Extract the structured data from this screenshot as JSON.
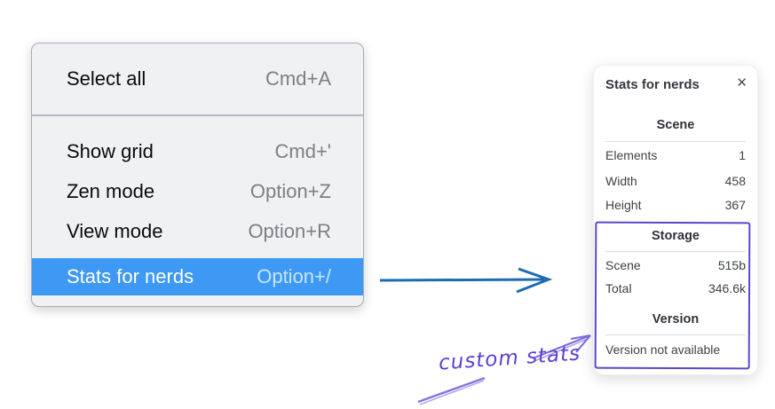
{
  "menu": {
    "items": [
      {
        "label": "Select all",
        "shortcut": "Cmd+A",
        "highlighted": false
      },
      {
        "label": "Show grid",
        "shortcut": "Cmd+'",
        "highlighted": false
      },
      {
        "label": "Zen mode",
        "shortcut": "Option+Z",
        "highlighted": false
      },
      {
        "label": "View mode",
        "shortcut": "Option+R",
        "highlighted": false
      },
      {
        "label": "Stats for nerds",
        "shortcut": "Option+/",
        "highlighted": true
      }
    ],
    "highlight_color": "#3d99f4"
  },
  "stats_panel": {
    "title": "Stats for nerds",
    "close_glyph": "✕",
    "sections": [
      {
        "header": "Scene",
        "rows": [
          [
            "Elements",
            "1"
          ],
          [
            "Width",
            "458"
          ],
          [
            "Height",
            "367"
          ]
        ]
      },
      {
        "header": "Storage",
        "rows": [
          [
            "Scene",
            "515b"
          ],
          [
            "Total",
            "346.6k"
          ]
        ]
      },
      {
        "header": "Version",
        "note": "Version not available"
      }
    ]
  },
  "annotations": {
    "label": "custom stats",
    "purple": "#5f48cd",
    "arrow_blue": "#1b6cb3"
  }
}
